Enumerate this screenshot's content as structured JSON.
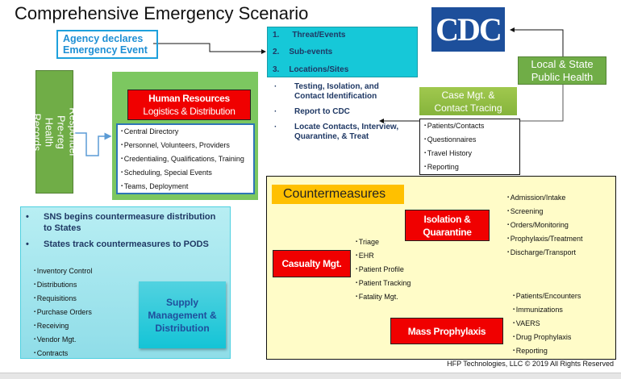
{
  "title": "Comprehensive Emergency Scenario",
  "agency": {
    "line1": "Agency declares",
    "line2": "Emergency Event"
  },
  "events": [
    "Threat/Events",
    "Sub-events",
    "Locations/Sites"
  ],
  "event_numbers": [
    "1.",
    "2.",
    "3."
  ],
  "event_bullets": [
    "Testing, Isolation, and Contact Identification",
    "Report to CDC",
    "Locate Contacts, Interview, Quarantine, & Treat"
  ],
  "cdc_logo": "CDC",
  "local_state": "Local & State Public Health",
  "case_mgt": {
    "title": "Case Mgt. & Contact Tracing",
    "items": [
      "Patients/Contacts",
      "Questionnaires",
      "Travel History",
      "Reporting"
    ]
  },
  "responder": "Responder Pre-reg Health Records",
  "hr": {
    "title1": "Human Resources",
    "title2": "Logistics & Distribution",
    "items": [
      "Central Directory",
      "Personnel, Volunteers, Providers",
      "Credentialing, Qualifications, Training",
      "Scheduling, Special Events",
      "Teams, Deployment"
    ]
  },
  "sns": {
    "bullets": [
      "SNS begins countermeasure distribution to States",
      "States track countermeasures to PODS"
    ],
    "items": [
      "Inventory Control",
      "Distributions",
      "Requisitions",
      "Purchase Orders",
      "Receiving",
      "Vendor Mgt.",
      "Contracts"
    ],
    "box": "Supply Management & Distribution"
  },
  "countermeasures": {
    "label": "Countermeasures",
    "isolation": {
      "title": "Isolation & Quarantine",
      "items": [
        "Admission/Intake",
        "Screening",
        "Orders/Monitoring",
        "Prophylaxis/Treatment",
        "Discharge/Transport"
      ]
    },
    "casualty": {
      "title": "Casualty Mgt.",
      "items": [
        "Triage",
        "EHR",
        "Patient Profile",
        "Patient Tracking",
        "Fatality Mgt."
      ]
    },
    "mass": {
      "title": "Mass Prophylaxis",
      "items": [
        "Patients/Encounters",
        "Immunizations",
        "VAERS",
        "Drug Prophylaxis",
        "Reporting"
      ]
    }
  },
  "footer": "HFP Technologies, LLC © 2019 All Rights Reserved"
}
